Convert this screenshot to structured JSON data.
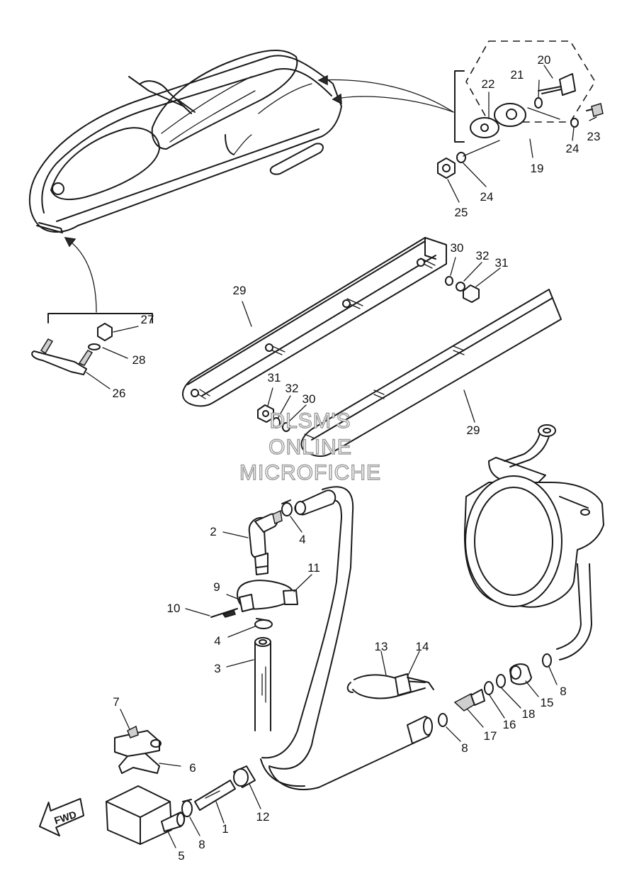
{
  "watermark": {
    "line1": "DLSM'S",
    "line2": "ONLINE",
    "line3": "MICROFICHE"
  },
  "direction_label": "FWD",
  "part_labels": [
    {
      "id": "p20",
      "text": "20"
    },
    {
      "id": "p21",
      "text": "21"
    },
    {
      "id": "p22",
      "text": "22"
    },
    {
      "id": "p23",
      "text": "23"
    },
    {
      "id": "p24a",
      "text": "24"
    },
    {
      "id": "p19",
      "text": "19"
    },
    {
      "id": "p24b",
      "text": "24"
    },
    {
      "id": "p25",
      "text": "25"
    },
    {
      "id": "p30a",
      "text": "30"
    },
    {
      "id": "p32a",
      "text": "32"
    },
    {
      "id": "p31a",
      "text": "31"
    },
    {
      "id": "p29a",
      "text": "29"
    },
    {
      "id": "p27",
      "text": "27"
    },
    {
      "id": "p28",
      "text": "28"
    },
    {
      "id": "p26",
      "text": "26"
    },
    {
      "id": "p31b",
      "text": "31"
    },
    {
      "id": "p32b",
      "text": "32"
    },
    {
      "id": "p30b",
      "text": "30"
    },
    {
      "id": "p29b",
      "text": "29"
    },
    {
      "id": "p2",
      "text": "2"
    },
    {
      "id": "p4a",
      "text": "4"
    },
    {
      "id": "p11",
      "text": "11"
    },
    {
      "id": "p9",
      "text": "9"
    },
    {
      "id": "p10",
      "text": "10"
    },
    {
      "id": "p4b",
      "text": "4"
    },
    {
      "id": "p3",
      "text": "3"
    },
    {
      "id": "p13",
      "text": "13"
    },
    {
      "id": "p14",
      "text": "14"
    },
    {
      "id": "p7",
      "text": "7"
    },
    {
      "id": "p6",
      "text": "6"
    },
    {
      "id": "p8a",
      "text": "8"
    },
    {
      "id": "p15",
      "text": "15"
    },
    {
      "id": "p18",
      "text": "18"
    },
    {
      "id": "p16",
      "text": "16"
    },
    {
      "id": "p17",
      "text": "17"
    },
    {
      "id": "p8b",
      "text": "8"
    },
    {
      "id": "p12",
      "text": "12"
    },
    {
      "id": "p1",
      "text": "1"
    },
    {
      "id": "p8c",
      "text": "8"
    },
    {
      "id": "p5",
      "text": "5"
    }
  ]
}
